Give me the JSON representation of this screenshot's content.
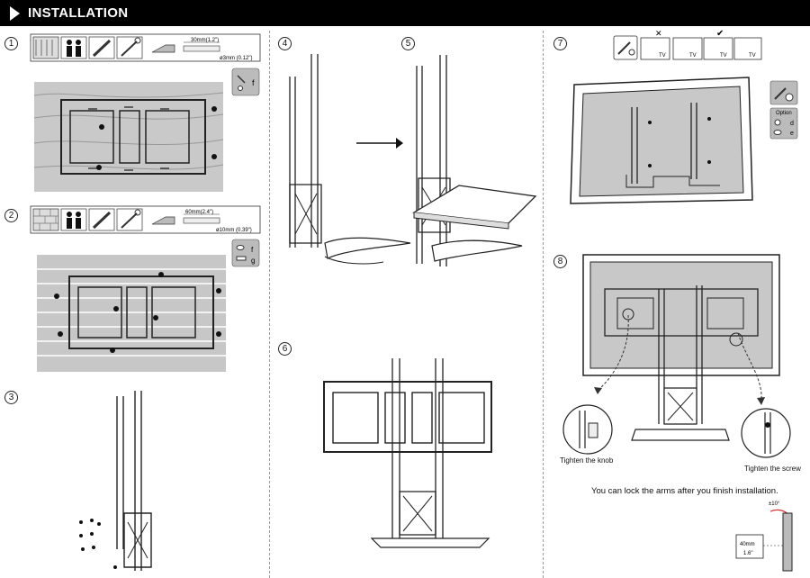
{
  "header": {
    "title": "INSTALLATION"
  },
  "steps": {
    "s1": {
      "number": "1",
      "hole_depth": "30mm(1.2\")",
      "drill_diameter": "ø3mm (0.12\")",
      "part_letter": "f"
    },
    "s2": {
      "number": "2",
      "hole_depth": "60mm(2.4\")",
      "drill_diameter": "ø10mm (0.39\")",
      "part_letter_top": "f",
      "part_letter_bottom": "g"
    },
    "s3": {
      "number": "3"
    },
    "s4": {
      "number": "4"
    },
    "s5": {
      "number": "5"
    },
    "s6": {
      "number": "6"
    },
    "s7": {
      "number": "7",
      "panel_labels": [
        "TV",
        "TV",
        "TV",
        "TV"
      ],
      "option_label": "Option",
      "part_d": "d",
      "part_e": "e"
    },
    "s8": {
      "number": "8",
      "caption_knob": "Tighten the knob",
      "caption_screw": "Tighten the screw",
      "lock_note": "You can lock the arms after you finish installation.",
      "angle_label": "±10°",
      "gap_label": "40mm",
      "gap_label_in": "1.6\""
    }
  }
}
